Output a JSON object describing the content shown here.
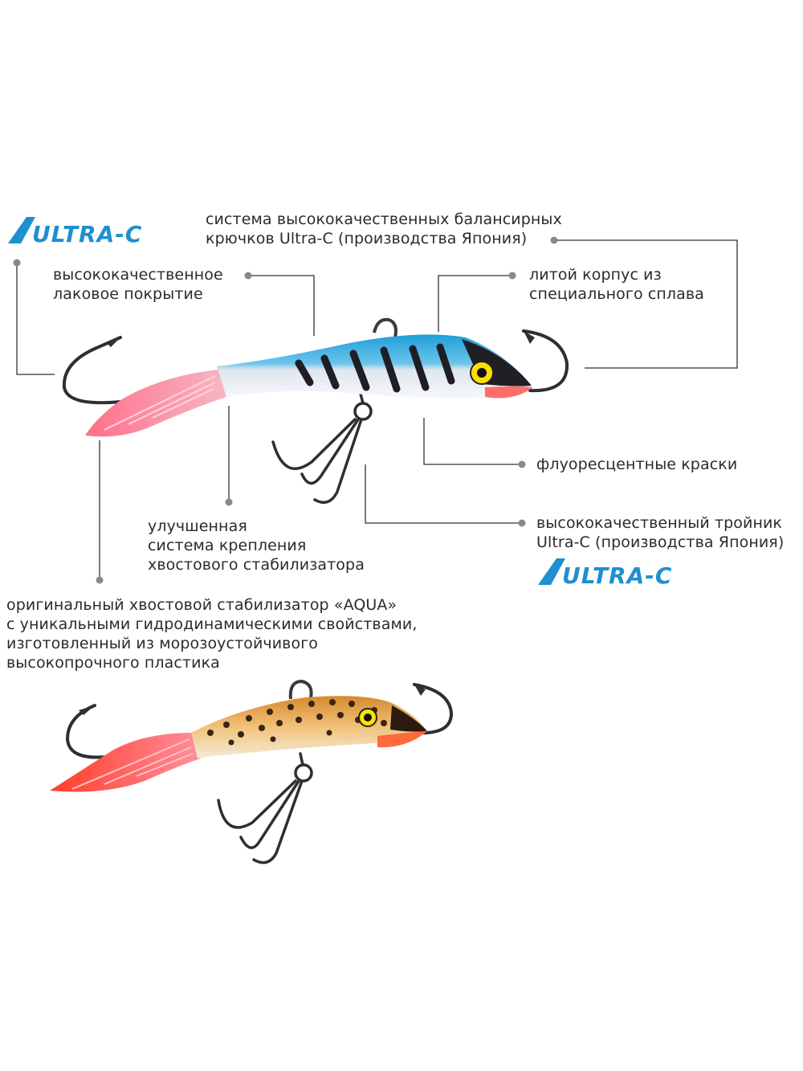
{
  "brand": {
    "logo_text": "ULTRA-C",
    "color": "#1e8fcf"
  },
  "colors": {
    "leader_line": "#333333",
    "leader_dot": "#8a8a8a",
    "lure1_back": "#27a2dc",
    "lure1_belly": "#e9ecf0",
    "lure1_tail": "#f2768e",
    "lure2_body": "#e8a04a",
    "lure2_tail": "#ff5a3a",
    "hook": "#2e2e33"
  },
  "labels": {
    "hooks": [
      "система высококачественных балансирных",
      "крючков Ultra-C (производства Япония)"
    ],
    "lacquer": [
      "высококачественное",
      "лаковое покрытие"
    ],
    "body": [
      "литой корпус из",
      "специального сплава"
    ],
    "fluorescent": [
      "флуоресцентные краски"
    ],
    "treble": [
      "высококачественный тройник",
      "Ultra-C (производства Япония)"
    ],
    "tail_mount": [
      "улучшенная",
      "система крепления",
      "хвостового стабилизатора"
    ],
    "tail": [
      "оригинальный хвостовой стабилизатор «AQUA»",
      "с уникальными гидродинамическими свойствами,",
      "изготовленный из морозоустойчивого",
      "высокопрочного пластика"
    ]
  }
}
